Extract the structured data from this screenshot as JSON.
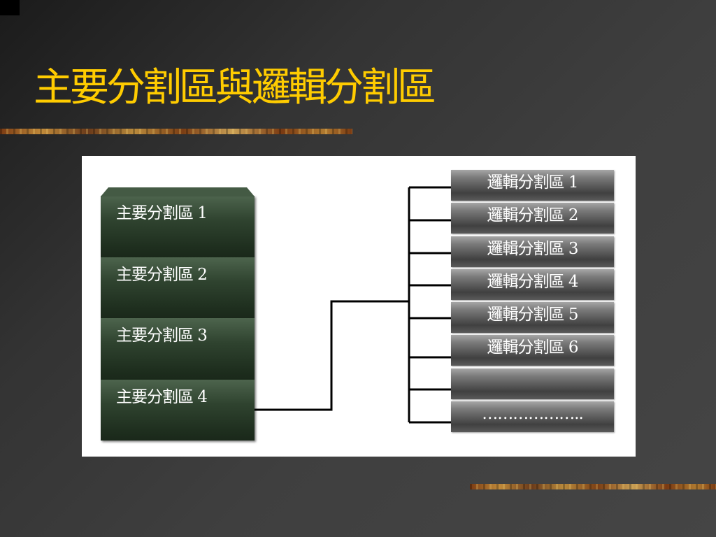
{
  "slide": {
    "title": "主要分割區與邏輯分割區"
  },
  "colors": {
    "title": "#ffcc00",
    "background": "#3a3a3a",
    "primary_block": "#2f432f",
    "logical_block": "#6a6a6a",
    "connector": "#000000"
  },
  "diagram": {
    "primary_partitions": [
      "主要分割區 1",
      "主要分割區 2",
      "主要分割區 3",
      "主要分割區 4"
    ],
    "logical_partitions": [
      "邏輯分割區 1",
      "邏輯分割區 2",
      "邏輯分割區 3",
      "邏輯分割區 4",
      "邏輯分割區 5",
      "邏輯分割區 6",
      "",
      "……………….."
    ],
    "connected_primary": "主要分割區 4"
  }
}
